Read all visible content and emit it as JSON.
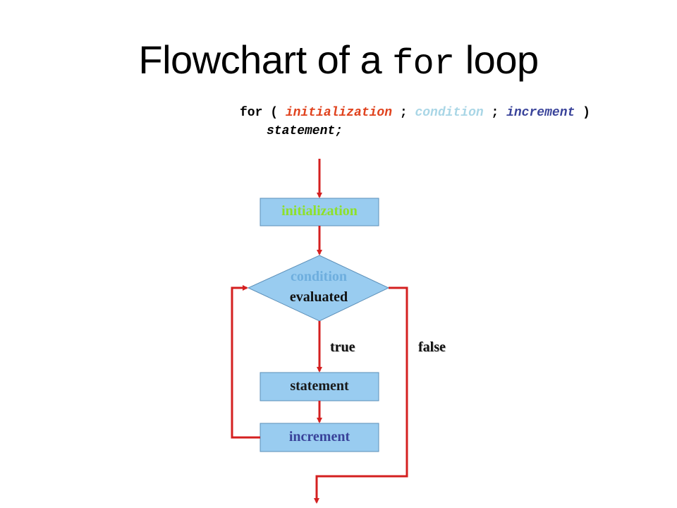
{
  "title": {
    "prefix": "Flowchart of a ",
    "keyword": "for",
    "suffix": " loop"
  },
  "code": {
    "line1": {
      "for_open": "for ( ",
      "initialization": "initialization",
      "sep1": " ; ",
      "condition": "condition",
      "sep2": " ; ",
      "increment": "increment",
      "close": " )"
    },
    "line2": "statement;"
  },
  "nodes": {
    "initialization": "initialization",
    "condition": "condition",
    "evaluated": "evaluated",
    "statement": "statement",
    "increment": "increment"
  },
  "edges": {
    "true_label": "true",
    "false_label": "false"
  },
  "colors": {
    "box_fill": "#99ccf0",
    "box_stroke": "#5c8fb8",
    "arrow": "#d42020",
    "initialization_text": "#8ee02a",
    "condition_text": "#6eaede",
    "increment_text": "#39439a"
  }
}
